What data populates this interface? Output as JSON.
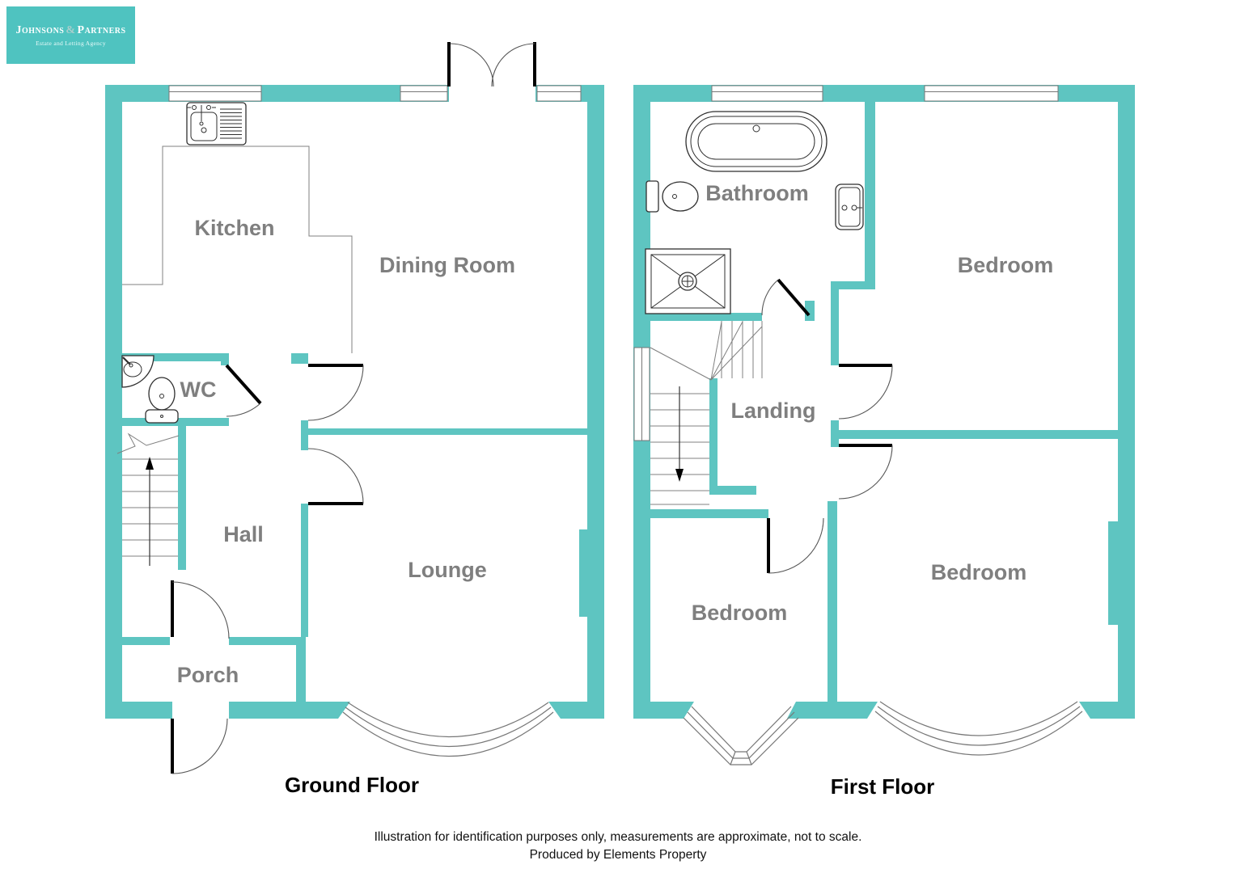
{
  "logo": {
    "name_part1": "Johnsons",
    "ampersand": "&",
    "name_part2": "Partners",
    "tagline": "Estate and Letting Agency"
  },
  "ground_floor": {
    "title": "Ground Floor",
    "rooms": {
      "kitchen": "Kitchen",
      "dining_room": "Dining Room",
      "wc": "WC",
      "hall": "Hall",
      "lounge": "Lounge",
      "porch": "Porch"
    }
  },
  "first_floor": {
    "title": "First Floor",
    "rooms": {
      "bathroom": "Bathroom",
      "landing": "Landing",
      "bedroom_top": "Bedroom",
      "bedroom_bottom_left": "Bedroom",
      "bedroom_bottom_right": "Bedroom"
    }
  },
  "footer": {
    "line1": "Illustration for identification purposes only, measurements are approximate, not to scale.",
    "line2": "Produced by Elements Property"
  },
  "colors": {
    "wall": "#5EC5C1",
    "logo_bg": "#4FC3C0",
    "room_label": "#7F7F7F",
    "title_text": "#000000",
    "fixture_line": "#2F2F2F",
    "thin_line": "#808080",
    "door": "#000000",
    "footer_text": "#111111"
  }
}
